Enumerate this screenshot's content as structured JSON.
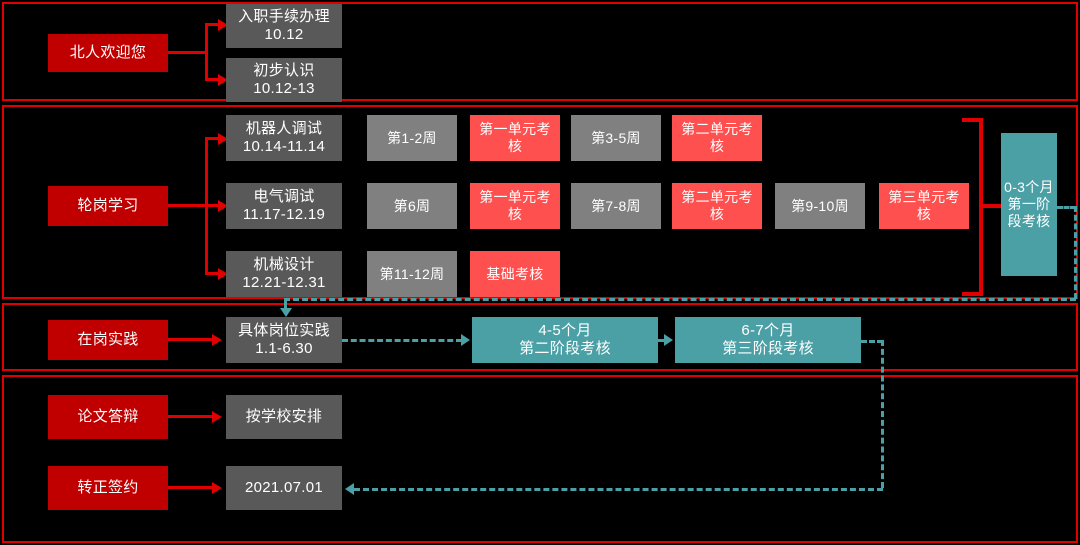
{
  "colors": {
    "background": "#000000",
    "frame_red": "#E00000",
    "node_red": "#C00000",
    "node_gray_dark": "#595959",
    "node_gray_light": "#808080",
    "node_salmon": "#FF5050",
    "node_teal": "#4BA0A6"
  },
  "sections": [
    {
      "name": "onboarding"
    },
    {
      "name": "rotation-study"
    },
    {
      "name": "on-the-job-practice"
    },
    {
      "name": "thesis-and-conversion"
    }
  ],
  "section1": {
    "title": "北人欢迎您",
    "steps": [
      {
        "line1": "入职手续办理",
        "line2": "10.12"
      },
      {
        "line1": "初步认识",
        "line2": "10.12-13"
      }
    ]
  },
  "section2": {
    "title": "轮岗学习",
    "rows": [
      {
        "topic": {
          "line1": "机器人调试",
          "line2": "10.14-11.14"
        },
        "cells": [
          {
            "label": "第1-2周",
            "kind": "gray"
          },
          {
            "label": "第一单元考核",
            "kind": "salmon"
          },
          {
            "label": "第3-5周",
            "kind": "gray"
          },
          {
            "label": "第二单元考核",
            "kind": "salmon"
          }
        ]
      },
      {
        "topic": {
          "line1": "电气调试",
          "line2": "11.17-12.19"
        },
        "cells": [
          {
            "label": "第6周",
            "kind": "gray"
          },
          {
            "label": "第一单元考核",
            "kind": "salmon"
          },
          {
            "label": "第7-8周",
            "kind": "gray"
          },
          {
            "label": "第二单元考核",
            "kind": "salmon"
          },
          {
            "label": "第9-10周",
            "kind": "gray"
          },
          {
            "label": "第三单元考核",
            "kind": "salmon"
          }
        ]
      },
      {
        "topic": {
          "line1": "机械设计",
          "line2": "12.21-12.31"
        },
        "cells": [
          {
            "label": "第11-12周",
            "kind": "gray"
          },
          {
            "label": "基础考核",
            "kind": "salmon"
          }
        ]
      }
    ],
    "milestone": "0-3个月第一阶段考核"
  },
  "section3": {
    "title": "在岗实践",
    "job": {
      "line1": "具体岗位实践",
      "line2": "1.1-6.30"
    },
    "milestones": [
      {
        "line1": "4-5个月",
        "line2": "第二阶段考核"
      },
      {
        "line1": "6-7个月",
        "line2": "第三阶段考核"
      }
    ]
  },
  "section4": {
    "rows": [
      {
        "title": "论文答辩",
        "value": "按学校安排"
      },
      {
        "title": "转正签约",
        "value": "2021.07.01"
      }
    ]
  }
}
